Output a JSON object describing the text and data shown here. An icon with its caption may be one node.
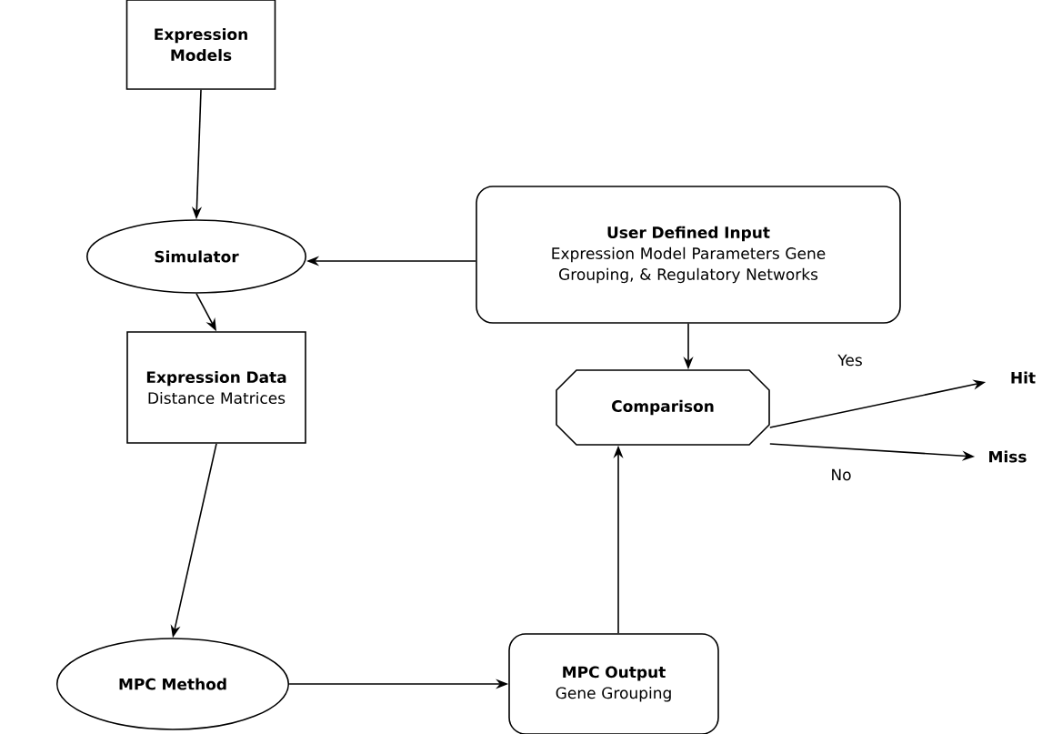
{
  "diagram": {
    "nodes": [
      {
        "text": [
          "Expression Models"
        ]
      },
      {
        "text": [
          "Simulator"
        ]
      },
      {
        "text": [
          "User Defined Input",
          "Expression Model Parameters Gene Grouping, & Regulatory Networks"
        ]
      },
      {
        "text": [
          "Expression Data",
          "Distance Matrices"
        ]
      },
      {
        "text": [
          "Comparison"
        ]
      },
      {
        "text": [
          "Hit"
        ]
      },
      {
        "text": [
          "Miss"
        ]
      },
      {
        "text": [
          "MPC Method"
        ]
      },
      {
        "text": [
          "MPC Output",
          "Gene Grouping"
        ]
      }
    ],
    "edges": [
      {
        "from": 0,
        "to": 1,
        "arrow": "to"
      },
      {
        "from": 2,
        "to": 1,
        "arrow": "to"
      },
      {
        "from": 1,
        "to": 3,
        "arrow": "to"
      },
      {
        "from": 2,
        "to": 4,
        "arrow": "to"
      },
      {
        "from": 4,
        "to": 5,
        "arrow": "to",
        "label": "Yes"
      },
      {
        "from": 4,
        "to": 6,
        "arrow": "to",
        "label": "No"
      },
      {
        "from": 3,
        "to": 7,
        "arrow": "to"
      },
      {
        "from": 7,
        "to": 8,
        "arrow": "to"
      },
      {
        "from": 8,
        "to": 4,
        "arrow": "to"
      }
    ]
  }
}
